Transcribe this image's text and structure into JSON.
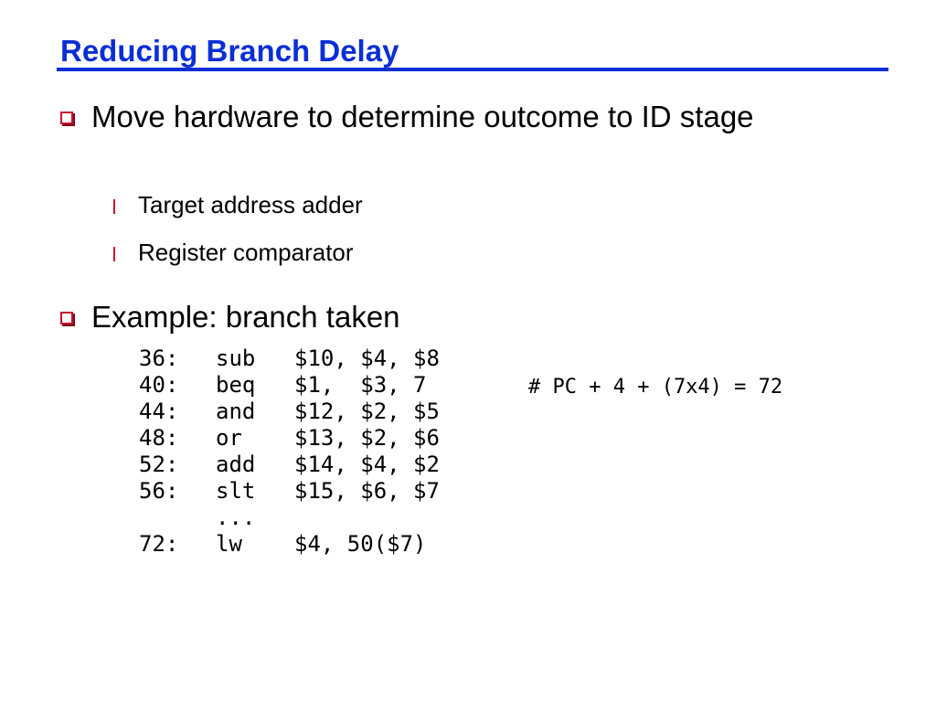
{
  "slide": {
    "title": "Reducing Branch Delay",
    "colors": {
      "title": "#0a2fd6",
      "bullet_marker": "#c8102e"
    },
    "bullets": [
      {
        "text": "Move hardware to determine outcome to ID stage",
        "marker_icon": "hollow-square-icon",
        "sub_bullets": [
          {
            "text": "Target address adder",
            "marker_icon": "bar-icon"
          },
          {
            "text": "Register comparator",
            "marker_icon": "bar-icon"
          }
        ]
      },
      {
        "text": "Example: branch taken",
        "marker_icon": "hollow-square-icon"
      }
    ],
    "code": [
      {
        "addr": "36:",
        "op": "sub",
        "args": "$10, $4, $8"
      },
      {
        "addr": "40:",
        "op": "beq",
        "args": "$1,  $3, 7"
      },
      {
        "addr": "44:",
        "op": "and",
        "args": "$12, $2, $5"
      },
      {
        "addr": "48:",
        "op": "or",
        "args": "$13, $2, $6"
      },
      {
        "addr": "52:",
        "op": "add",
        "args": "$14, $4, $2"
      },
      {
        "addr": "56:",
        "op": "slt",
        "args": "$15, $6, $7"
      },
      {
        "addr": "",
        "op": "...",
        "args": ""
      },
      {
        "addr": "72:",
        "op": "lw",
        "args": "$4, 50($7)"
      }
    ],
    "comment": "# PC + 4 + (7x4) = 72"
  }
}
